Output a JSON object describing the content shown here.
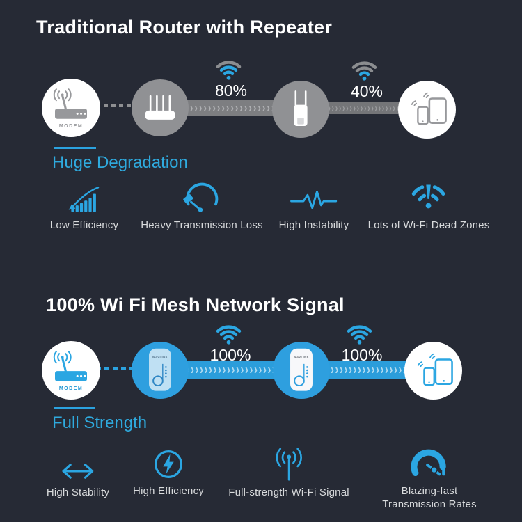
{
  "colors": {
    "background": "#262a35",
    "accent_blue": "#2ba2df",
    "band_blue": "#2b9ddb",
    "circle_gray": "#909194",
    "band_gray": "#7d7e81",
    "white": "#ffffff",
    "label_gray": "#d9dbdd",
    "wifi_inactive_gray": "#8b8d90"
  },
  "top": {
    "title": "Traditional Router with Repeater",
    "modem_label": "MODEM",
    "signals": [
      {
        "percent": "80%",
        "level": "3-of-4-arcs-blue"
      },
      {
        "percent": "40%",
        "level": "2-of-4-arcs-blue"
      }
    ],
    "caption": "Huge Degradation",
    "features": [
      {
        "icon": "rising-bars-decline-arrow-icon",
        "label": "Low Efficiency"
      },
      {
        "icon": "gauge-needle-low-icon",
        "label": "Heavy Transmission Loss"
      },
      {
        "icon": "pulse-waveform-icon",
        "label": "High Instability"
      },
      {
        "icon": "wifi-dead-zone-alert-icon",
        "label": "Lots of Wi-Fi Dead Zones"
      }
    ]
  },
  "bottom": {
    "title": "100% Wi Fi Mesh Network Signal",
    "modem_label": "MODEM",
    "device_brand": "WAVLINK",
    "signals": [
      {
        "percent": "100%",
        "level": "4-of-4-arcs-blue"
      },
      {
        "percent": "100%",
        "level": "4-of-4-arcs-blue"
      }
    ],
    "caption": "Full Strength",
    "features": [
      {
        "icon": "double-arrow-icon",
        "label": "High Stability"
      },
      {
        "icon": "lightning-circle-icon",
        "label": "High Efficiency"
      },
      {
        "icon": "antenna-broadcast-icon",
        "label": "Full-strength Wi-Fi Signal"
      },
      {
        "icon": "speedometer-icon",
        "label": "Blazing-fast Transmission Rates"
      }
    ]
  }
}
